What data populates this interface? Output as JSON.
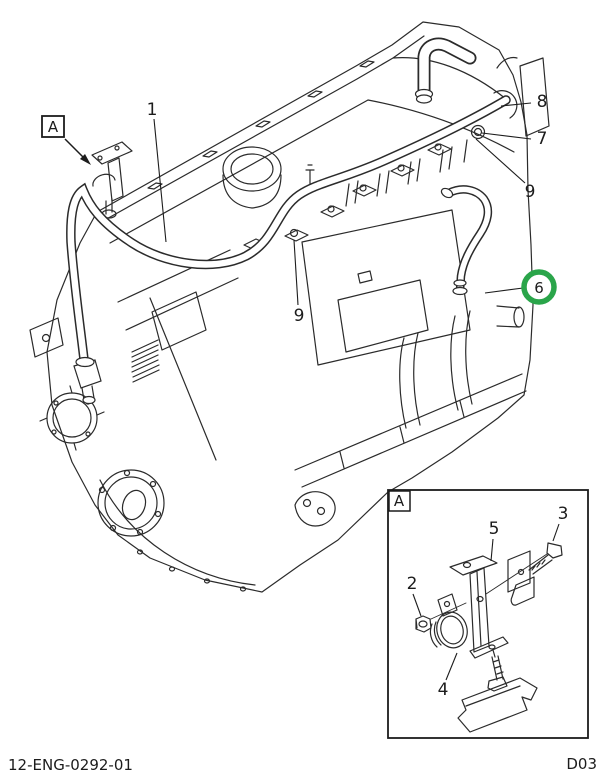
{
  "figure_type": "exploded-parts-diagram",
  "drawing_number": "12-ENG-0292-01",
  "page_code": "D03",
  "detail_marker": "A",
  "detail_view_label": "A",
  "callouts": {
    "c1": "1",
    "c2": "2",
    "c3": "3",
    "c4": "4",
    "c5": "5",
    "c6": "6",
    "c7": "7",
    "c8": "8",
    "c9": "9"
  },
  "highlight": {
    "callout": "6",
    "color": "#2aa54a"
  },
  "colors": {
    "line": "#2b2b2b",
    "background": "#ffffff"
  }
}
